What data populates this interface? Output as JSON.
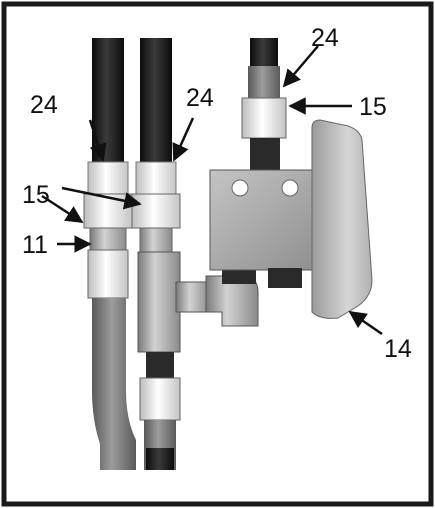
{
  "figure": {
    "callouts": {
      "hose_a": "24",
      "hose_b": "24",
      "hose_c": "24",
      "nut_left": "15",
      "nut_right": "15",
      "fitting": "11",
      "guard": "14"
    },
    "colors": {
      "frame": "#1a1a1a",
      "hose": "#1c1c1c",
      "steel": "#9a9a9a",
      "steel_light": "#d8d8d8",
      "sleeve_dark": "#6e6e6e",
      "sleeve_white": "#eeeeee"
    }
  }
}
